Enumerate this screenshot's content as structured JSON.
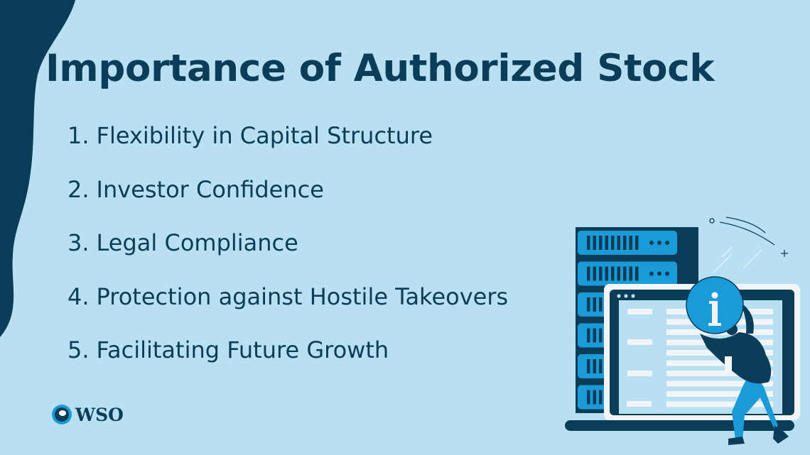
{
  "title": "Importance of Authorized Stock",
  "items": [
    {
      "num": "1.",
      "label": "Flexibility in Capital Structure"
    },
    {
      "num": "2.",
      "label": "Investor Confidence"
    },
    {
      "num": "3.",
      "label": "Legal Compliance"
    },
    {
      "num": "4.",
      "label": "Protection against Hostile Takeovers"
    },
    {
      "num": "5.",
      "label": "Facilitating Future Growth"
    }
  ],
  "logo": {
    "text": "WSO"
  },
  "colors": {
    "background": "#b8e0f2",
    "dark": "#0b3d59",
    "accent": "#1a9ad6"
  }
}
